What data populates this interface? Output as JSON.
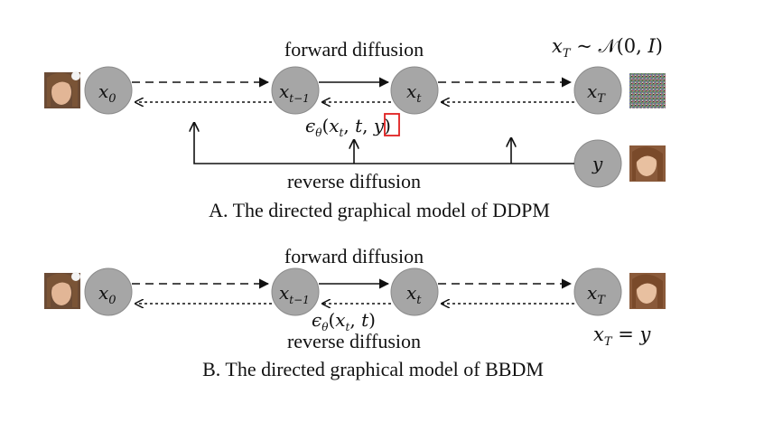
{
  "panel_a": {
    "forward_label": "forward diffusion",
    "reverse_label": "reverse diffusion",
    "caption": "A. The directed graphical model of DDPM",
    "prior_formula": "x_T ~ N(0, I)",
    "noise_predictor": "εθ(xt, t, y)",
    "nodes": [
      "x_0",
      "x_{t-1}",
      "x_t",
      "x_T",
      "y"
    ],
    "highlight_color": "#e02020"
  },
  "panel_b": {
    "forward_label": "forward diffusion",
    "reverse_label": "reverse diffusion",
    "caption": "B. The directed graphical model of BBDM",
    "endpoint_formula": "x_T = y",
    "noise_predictor": "εθ(xt, t)",
    "nodes": [
      "x_0",
      "x_{t-1}",
      "x_t",
      "x_T"
    ]
  },
  "images": {
    "source_face": "painted-portrait-thumbnail",
    "target_face": "photo-portrait-thumbnail",
    "noise": "gaussian-noise-thumbnail"
  }
}
